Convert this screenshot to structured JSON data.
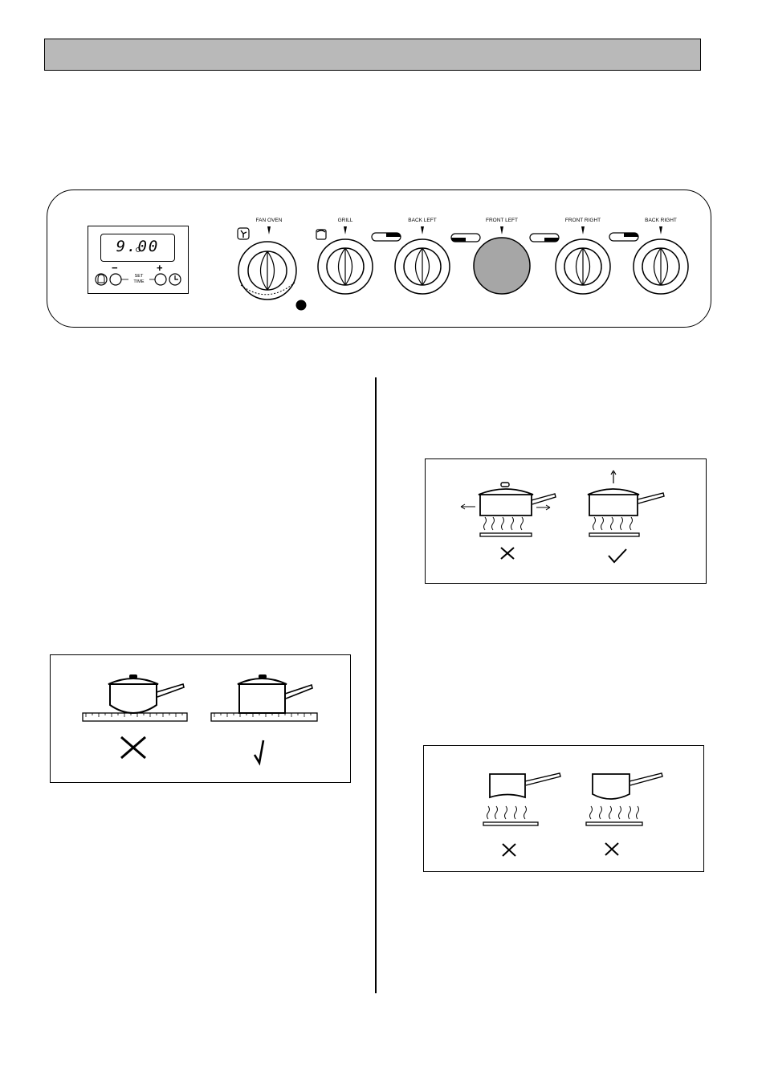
{
  "control_panel": {
    "clock": {
      "display_time": "9.00",
      "minus_label": "−",
      "plus_label": "+",
      "set_time_line1": "SET",
      "set_time_line2": "TIME"
    },
    "knobs": [
      {
        "label": "FAN OVEN"
      },
      {
        "label": "GRILL"
      },
      {
        "label": "BACK LEFT"
      },
      {
        "label": "FRONT LEFT"
      },
      {
        "label": "FRONT RIGHT"
      },
      {
        "label": "BACK RIGHT"
      }
    ]
  },
  "icons": {
    "fan": "fan-icon",
    "grill": "grill-icon",
    "timer_bell": "bell-icon",
    "clock": "clock-icon",
    "hob_position": "hob-position-icon",
    "cross": "cross-icon",
    "tick": "check-icon"
  },
  "colors": {
    "header_bar": "#b9b9b9",
    "front_left_knob": "#a6a6a6"
  }
}
